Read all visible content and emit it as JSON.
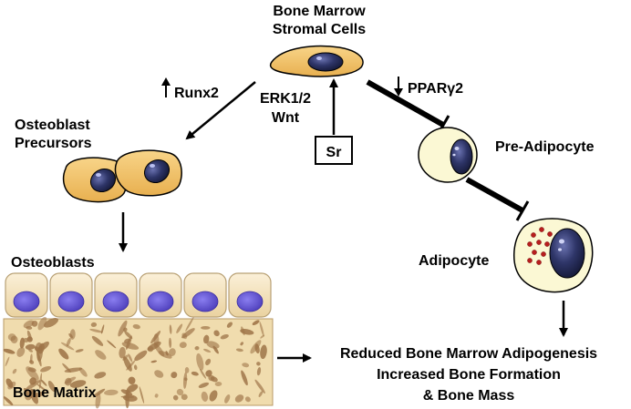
{
  "labels": {
    "bmsc_line1": "Bone Marrow",
    "bmsc_line2": "Stromal Cells",
    "runx2": "Runx2",
    "erk": "ERK1/2",
    "wnt": "Wnt",
    "sr": "Sr",
    "ppar": "PPARγ2",
    "ob_precursors_line1": "Osteoblast",
    "ob_precursors_line2": "Precursors",
    "pre_adipocyte": "Pre-Adipocyte",
    "adipocyte": "Adipocyte",
    "osteoblasts": "Osteoblasts",
    "bone_matrix": "Bone Matrix",
    "outcome_line1": "Reduced Bone Marrow Adipogenesis",
    "outcome_line2": "Increased Bone Formation",
    "outcome_line3": "& Bone Mass"
  },
  "colors": {
    "cell_fill": "#f2c26b",
    "nucleus": "#2e3568",
    "adipo_fill": "#fbf8d4",
    "osteoblast_nucleus": "#5a4bc8",
    "osteoblast_fill": "#f5e4bf",
    "bone_fill": "#f0dcae",
    "bone_pore": "#9e7448",
    "lipid": "#b81e1e"
  }
}
